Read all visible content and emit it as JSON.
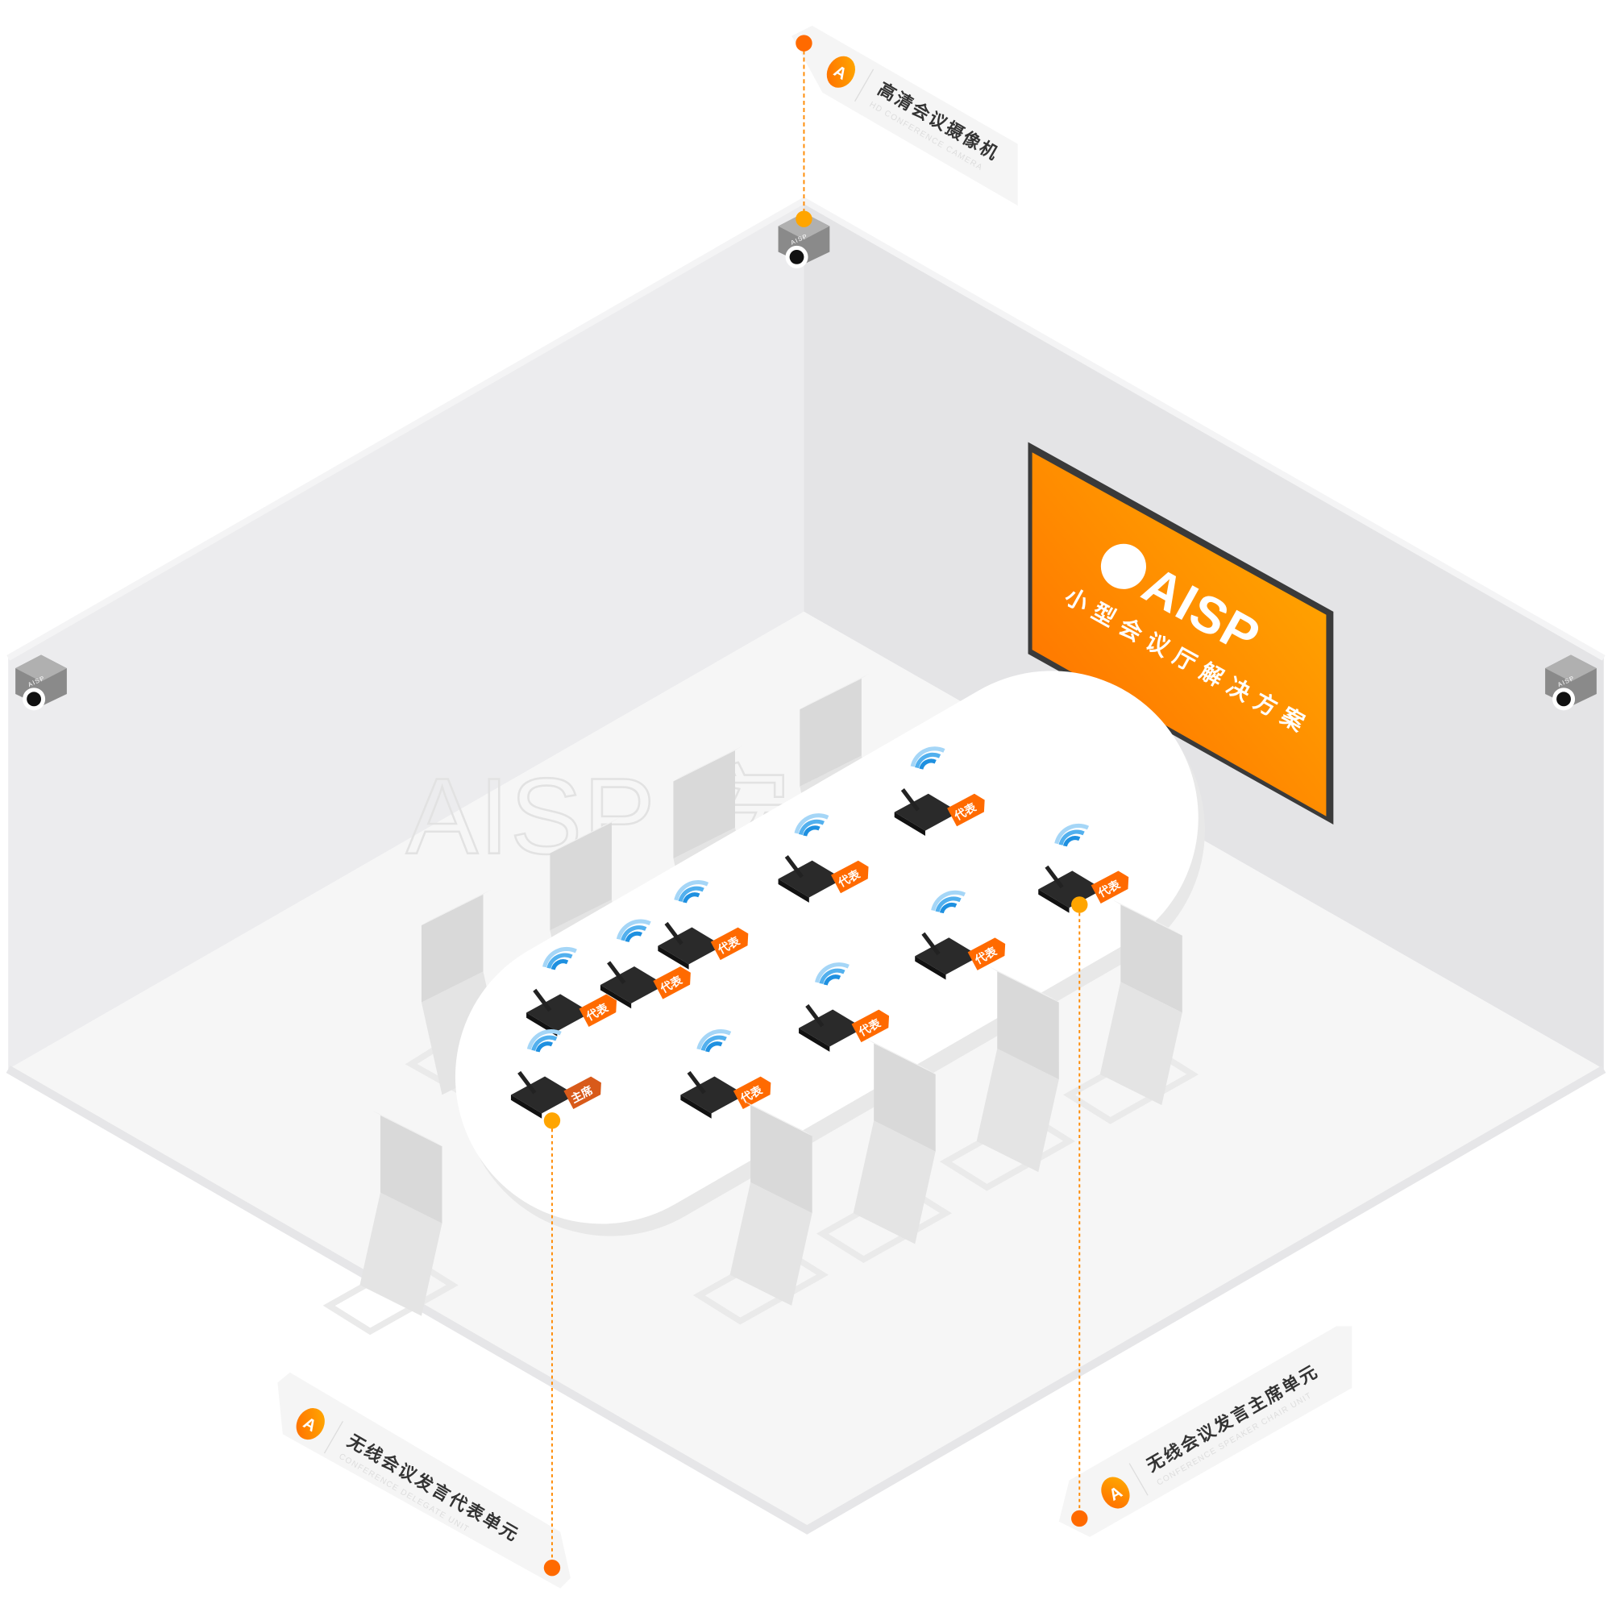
{
  "brand": {
    "logo_text": "AISP",
    "watermark": "AISP 安思柏",
    "accent": "#ff6a00",
    "accent_light": "#ffaa00"
  },
  "screen": {
    "logo": "AISP",
    "subtitle": "小型会议厅解决方案"
  },
  "callouts": {
    "camera": {
      "title": "高清会议摄像机",
      "subtitle": "HD CONFERENCE CAMERA"
    },
    "delegate": {
      "title": "无线会议发言代表单元",
      "subtitle": "CONFERENCE DELEGATE UNIT"
    },
    "chair": {
      "title": "无线会议发言主席单元",
      "subtitle": "CONFERENCE SPEAKER CHAIR UNIT"
    }
  },
  "cameras": [
    {
      "brand": "AISP"
    },
    {
      "brand": "AISP"
    },
    {
      "brand": "AISP"
    }
  ],
  "units": [
    {
      "tag": "代表"
    },
    {
      "tag": "代表"
    },
    {
      "tag": "代表"
    },
    {
      "tag": "代表"
    },
    {
      "tag": "代表"
    },
    {
      "tag": "代表"
    },
    {
      "tag": "代表"
    },
    {
      "tag": "代表"
    },
    {
      "tag": "代表"
    },
    {
      "tag": "主席"
    }
  ]
}
